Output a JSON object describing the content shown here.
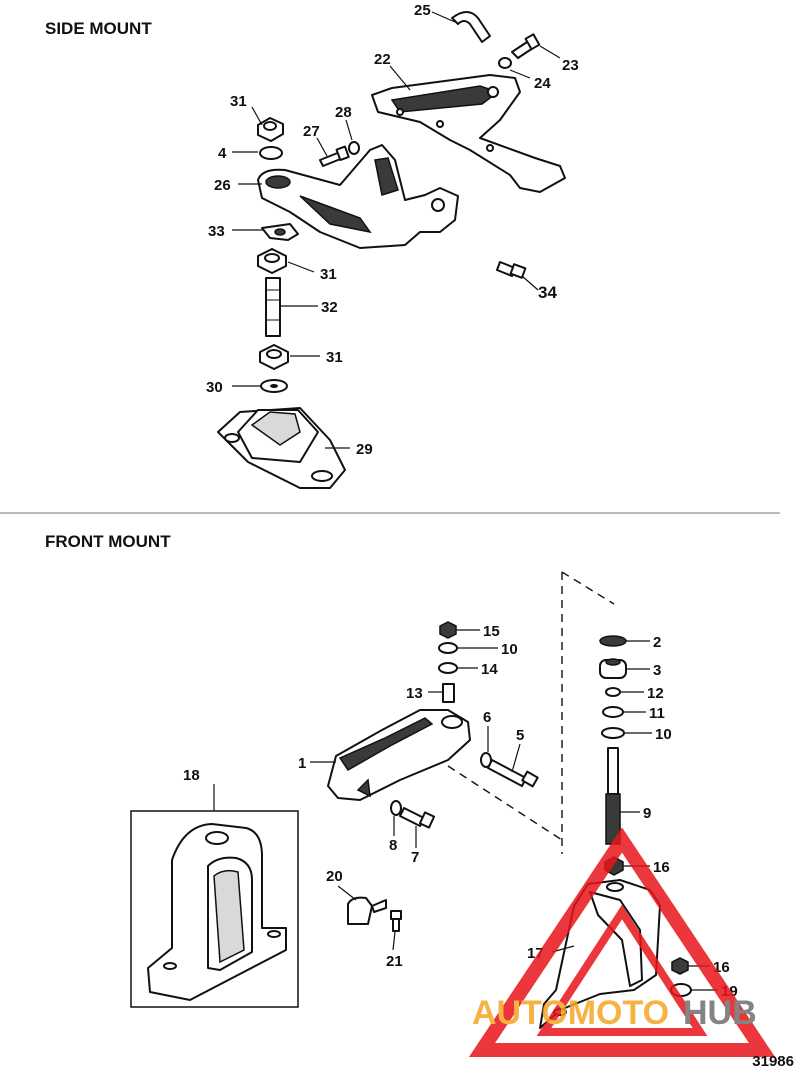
{
  "sections": {
    "side_mount_title": "SIDE MOUNT",
    "front_mount_title": "FRONT MOUNT"
  },
  "callouts": {
    "c1": "1",
    "c2": "2",
    "c3": "3",
    "c4": "4",
    "c5": "5",
    "c6": "6",
    "c7": "7",
    "c8": "8",
    "c9": "9",
    "c10a": "10",
    "c10b": "10",
    "c11": "11",
    "c12": "12",
    "c13": "13",
    "c14": "14",
    "c15": "15",
    "c16a": "16",
    "c16b": "16",
    "c17": "17",
    "c18": "18",
    "c19": "19",
    "c20": "20",
    "c21": "21",
    "c22": "22",
    "c23": "23",
    "c24": "24",
    "c25": "25",
    "c26": "26",
    "c27": "27",
    "c28": "28",
    "c29": "29",
    "c30": "30",
    "c31a": "31",
    "c31b": "31",
    "c31c": "31",
    "c32": "32",
    "c33": "33",
    "c34": "34"
  },
  "watermark": {
    "part1": "AUTOMOTO",
    "part2": "HUB",
    "accent": "#e8151b",
    "orange": "#f5a623",
    "gray": "#6f6f6f"
  },
  "figure_id": "31986"
}
